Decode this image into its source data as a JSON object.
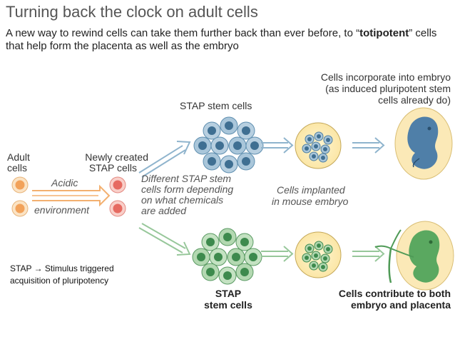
{
  "header": {
    "title": "Turning back the clock on adult cells",
    "subtitle_pre": "A new way to rewind cells can take them further back than ever before, to “",
    "subtitle_bold": "totipotent",
    "subtitle_post": "” cells that help form the placenta as well as the embryo"
  },
  "labels": {
    "adult_cells_1": "Adult",
    "adult_cells_2": "cells",
    "newly_created_1": "Newly created",
    "newly_created_2": "STAP cells",
    "acidic": "Acidic",
    "environment": "environment",
    "stap_stem_cells_top": "STAP stem cells",
    "different_1": "Different STAP stem",
    "different_2": "cells form depending",
    "different_3": "on what chemicals",
    "different_4": "are added",
    "implanted_1": "Cells implanted",
    "implanted_2": "in mouse embryo",
    "incorporate_1": "Cells incorporate into embryo",
    "incorporate_2": "(as induced pluripotent stem",
    "incorporate_3": "cells already do)",
    "stap_stem_bottom_1": "STAP",
    "stap_stem_bottom_2": "stem cells",
    "contribute_1": "Cells contribute to both",
    "contribute_2": "embryo and placenta"
  },
  "note": {
    "line1": "STAP → Stimulus triggered",
    "line2": "acquisition of  pluripotency"
  },
  "colors": {
    "blue_cell": "#8fb4cd",
    "blue_nucleus": "#3f6f92",
    "green_cell": "#a8d1a6",
    "green_nucleus": "#3d8a4d",
    "orange_cell": "#f6c48e",
    "red_cell": "#f2a19a",
    "embryo_blue": "#4f7fa8",
    "embryo_green": "#5aa860",
    "arrow_blue": "#8fb4cd",
    "arrow_green": "#97c79a",
    "arrow_orange": "#f3b070"
  }
}
